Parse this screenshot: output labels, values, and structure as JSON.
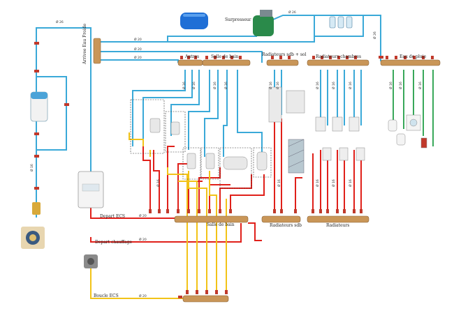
{
  "labels": {
    "surpresseur": "Surpresseur",
    "arrivee": "Arrivee Eau Froide",
    "autres": "Autres",
    "salle_bain_top": "Salle de bain",
    "radiateurs_sdb_sol": "Radiateurs sdb + sol",
    "radiateurs_chambres": "Radiateurs chambres",
    "eau_pluie": "Eau de pluie",
    "salle_bain_bottom": "Salle de bain",
    "radiateurs_sdb": "Radiateurs sdb",
    "radiateurs": "Radiateurs",
    "depart_ecs": "Depart ECS",
    "depart_chauffage": "Depart chauffage",
    "boucle_ecs": "Boucle ECS"
  },
  "diameters": {
    "d26": "Ø 26",
    "d20": "Ø 20",
    "d16": "Ø 16"
  },
  "colors": {
    "cold": "#3aa9d8",
    "hot": "#e0201a",
    "ecs": "#f2c318",
    "rain": "#39a85a",
    "brass": "#c99658",
    "valve": "#c0392b"
  }
}
